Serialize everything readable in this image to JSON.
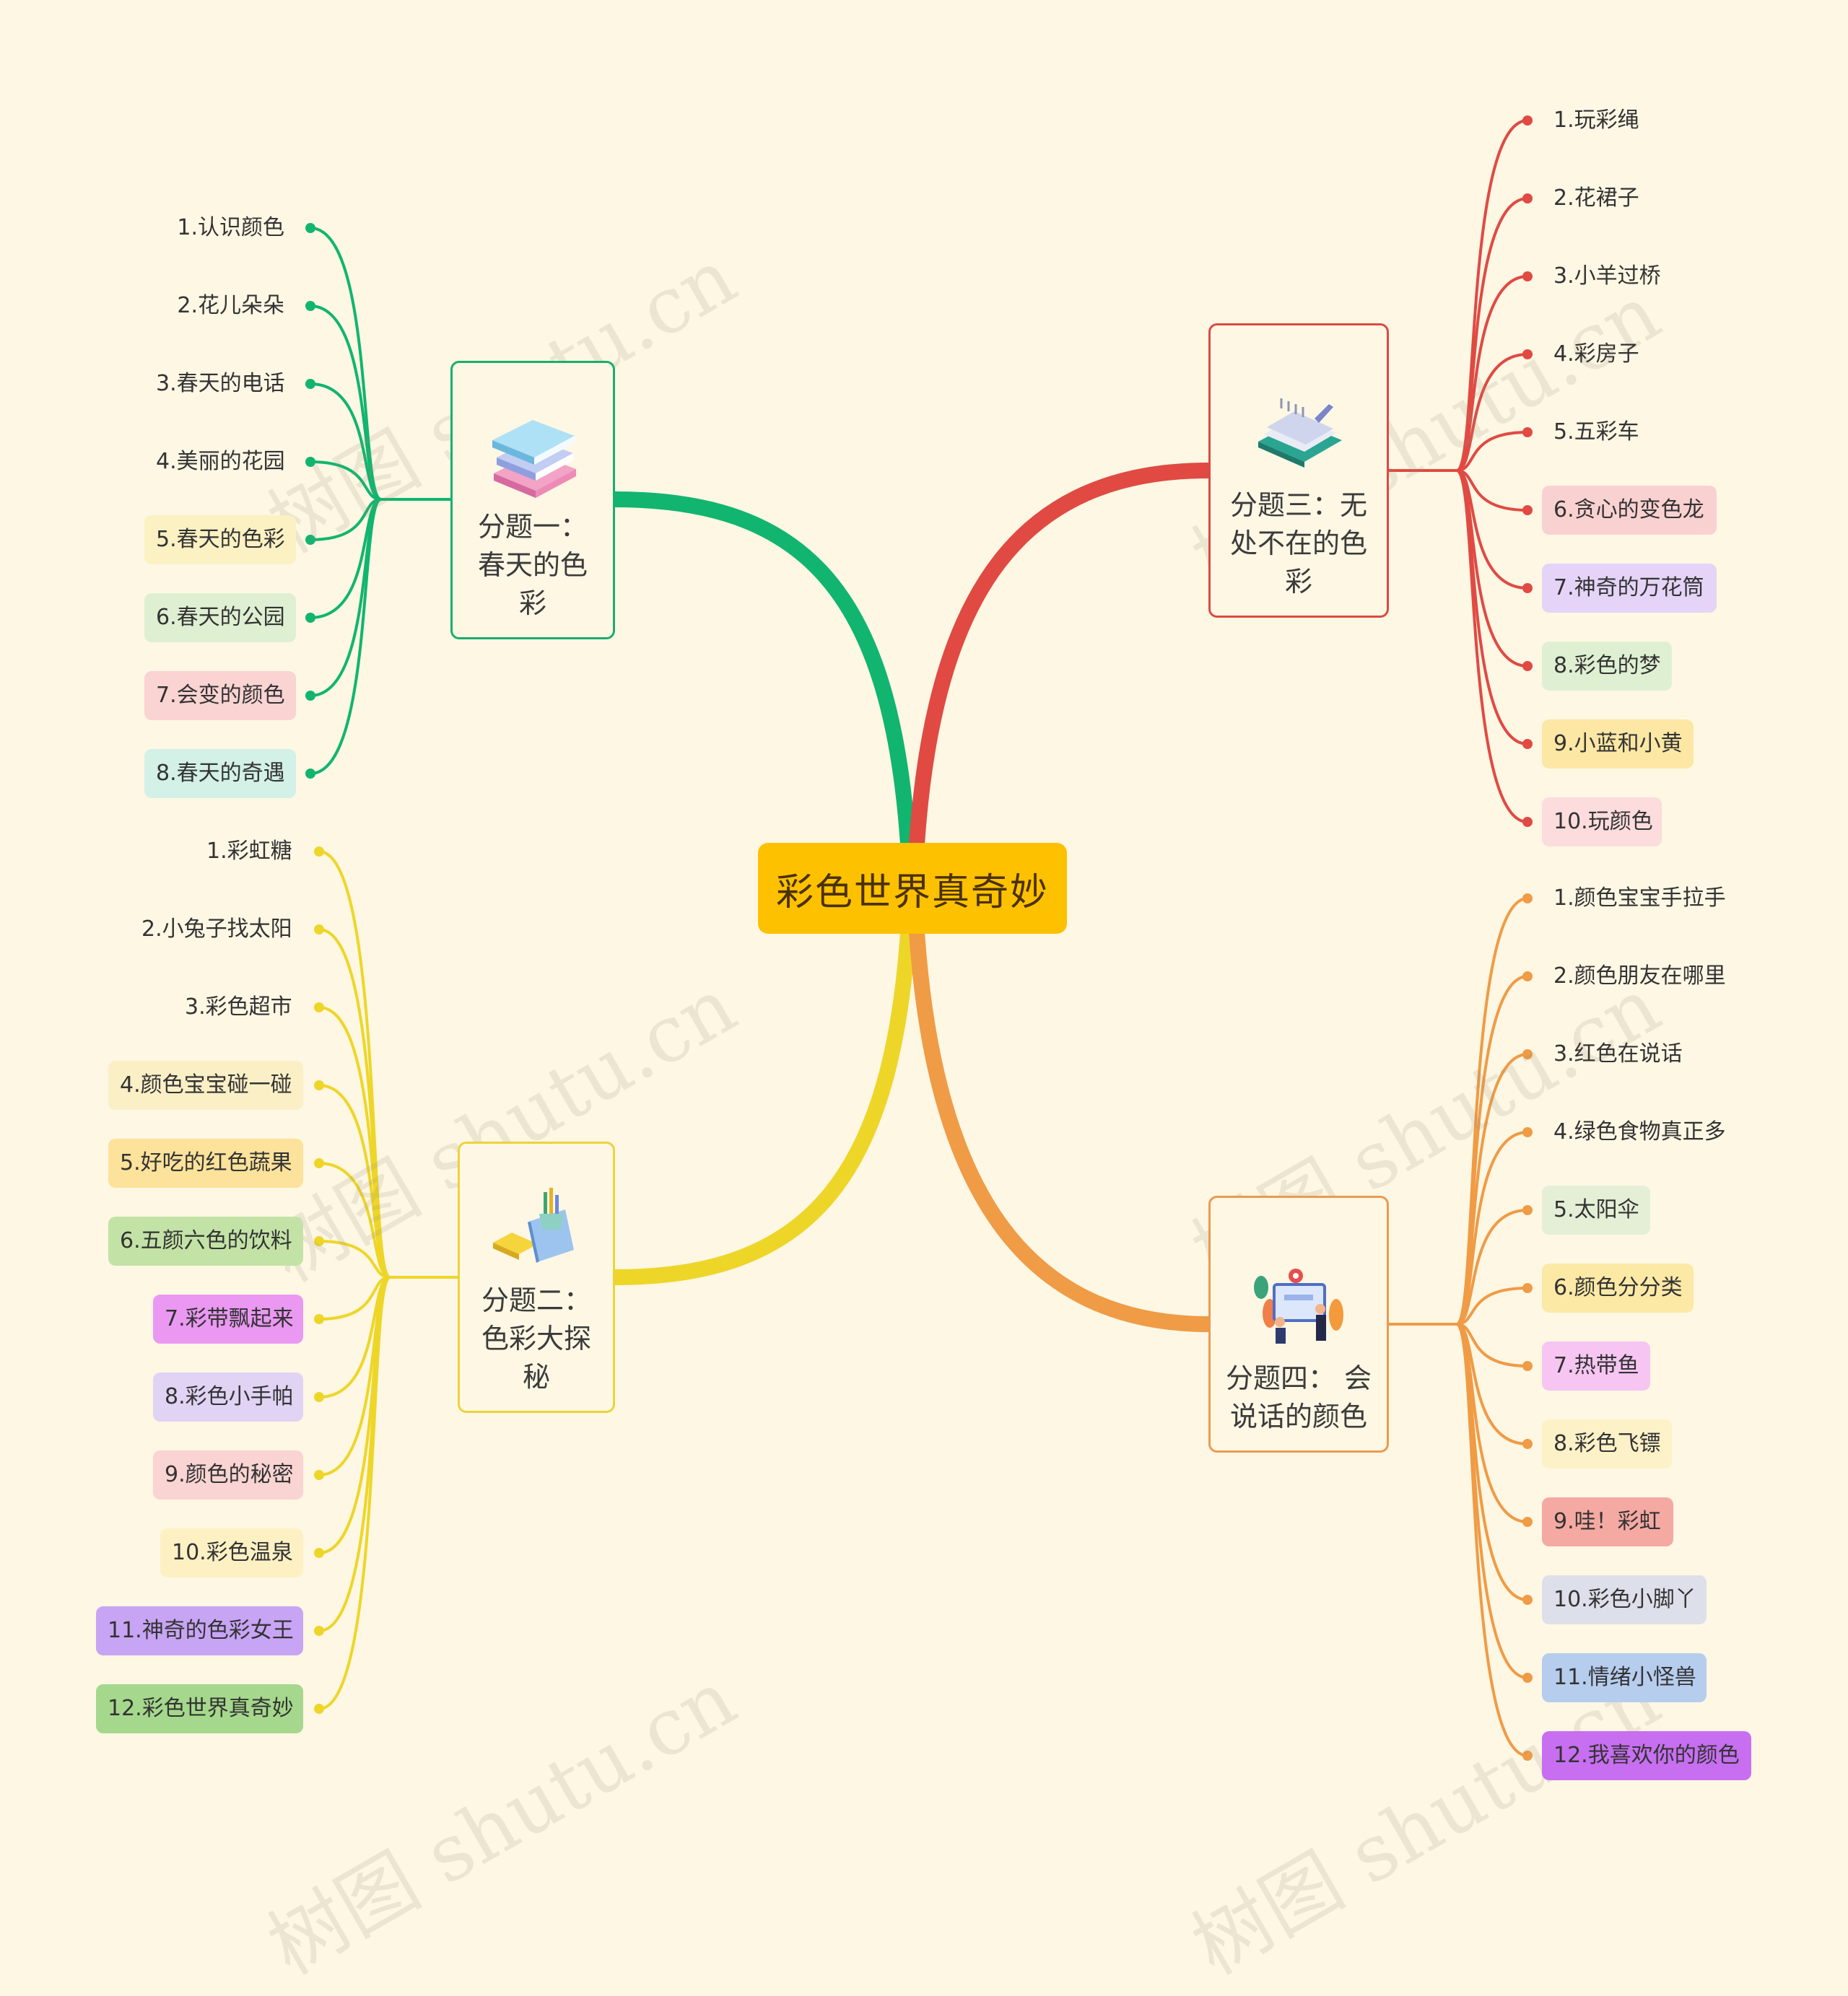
{
  "root": {
    "label": "彩色世界真奇妙"
  },
  "topics": [
    {
      "id": "t1",
      "label_lines": [
        "分题一：",
        "春天的色",
        "彩"
      ],
      "icon": "books-stack-icon",
      "color": "#11b56f",
      "leaves": [
        {
          "label": "1.认识颜色",
          "bg": ""
        },
        {
          "label": "2.花儿朵朵",
          "bg": ""
        },
        {
          "label": "3.春天的电话",
          "bg": ""
        },
        {
          "label": "4.美丽的花园",
          "bg": ""
        },
        {
          "label": "5.春天的色彩",
          "bg": "#fbf1c3"
        },
        {
          "label": "6.春天的公园",
          "bg": "#dff0d2"
        },
        {
          "label": "7.会变的颜色",
          "bg": "#fad3d3"
        },
        {
          "label": "8.春天的奇遇",
          "bg": "#d3f1e6"
        }
      ]
    },
    {
      "id": "t2",
      "label_lines": [
        "分题二：",
        "色彩大探",
        "秘"
      ],
      "icon": "stationery-icon",
      "color": "#eed628",
      "leaves": [
        {
          "label": "1.彩虹糖",
          "bg": ""
        },
        {
          "label": "2.小兔子找太阳",
          "bg": ""
        },
        {
          "label": "3.彩色超市",
          "bg": ""
        },
        {
          "label": "4.颜色宝宝碰一碰",
          "bg": "#fbefc6"
        },
        {
          "label": "5.好吃的红色蔬果",
          "bg": "#fce29a"
        },
        {
          "label": "6.五颜六色的饮料",
          "bg": "#c3e3a6"
        },
        {
          "label": "7.彩带飘起来",
          "bg": "#ea98f2"
        },
        {
          "label": "8.彩色小手帕",
          "bg": "#e0d3f4"
        },
        {
          "label": "9.颜色的秘密",
          "bg": "#fad3d3"
        },
        {
          "label": "10.彩色温泉",
          "bg": "#fdf1c4"
        },
        {
          "label": "11.神奇的色彩女王",
          "bg": "#c8a4f5"
        },
        {
          "label": "12.彩色世界真奇妙",
          "bg": "#a5d88c"
        }
      ]
    },
    {
      "id": "t3",
      "label_lines": [
        "分题三：无",
        "处不在的色",
        "彩"
      ],
      "icon": "notebook-icon",
      "color": "#e04a43",
      "leaves": [
        {
          "label": "1.玩彩绳",
          "bg": ""
        },
        {
          "label": "2.花裙子",
          "bg": ""
        },
        {
          "label": "3.小羊过桥",
          "bg": ""
        },
        {
          "label": "4.彩房子",
          "bg": ""
        },
        {
          "label": "5.五彩车",
          "bg": ""
        },
        {
          "label": "6.贪心的变色龙",
          "bg": "#fad1d1"
        },
        {
          "label": "7.神奇的万花筒",
          "bg": "#e5d4f7"
        },
        {
          "label": "8.彩色的梦",
          "bg": "#dff0d2"
        },
        {
          "label": "9.小蓝和小黄",
          "bg": "#fce7a4"
        },
        {
          "label": "10.玩颜色",
          "bg": "#fcdcdc"
        }
      ]
    },
    {
      "id": "t4",
      "label_lines": [
        "分题四： 会",
        "说话的颜色"
      ],
      "icon": "presentation-icon",
      "color": "#f09b45",
      "leaves": [
        {
          "label": "1.颜色宝宝手拉手",
          "bg": ""
        },
        {
          "label": "2.颜色朋友在哪里",
          "bg": ""
        },
        {
          "label": "3.红色在说话",
          "bg": ""
        },
        {
          "label": "4.绿色食物真正多",
          "bg": ""
        },
        {
          "label": "5.太阳伞",
          "bg": "#e4efd6"
        },
        {
          "label": "6.颜色分分类",
          "bg": "#fce9a6"
        },
        {
          "label": "7.热带鱼",
          "bg": "#f6c5f2"
        },
        {
          "label": "8.彩色飞镖",
          "bg": "#fdf1c8"
        },
        {
          "label": "9.哇！彩虹",
          "bg": "#f5a9a3"
        },
        {
          "label": "10.彩色小脚丫",
          "bg": "#dde0ea"
        },
        {
          "label": "11.情绪小怪兽",
          "bg": "#b6cdee"
        },
        {
          "label": "12.我喜欢你的颜色",
          "bg": "#c76ff0"
        }
      ]
    }
  ],
  "watermark": "树图 shutu.cn"
}
